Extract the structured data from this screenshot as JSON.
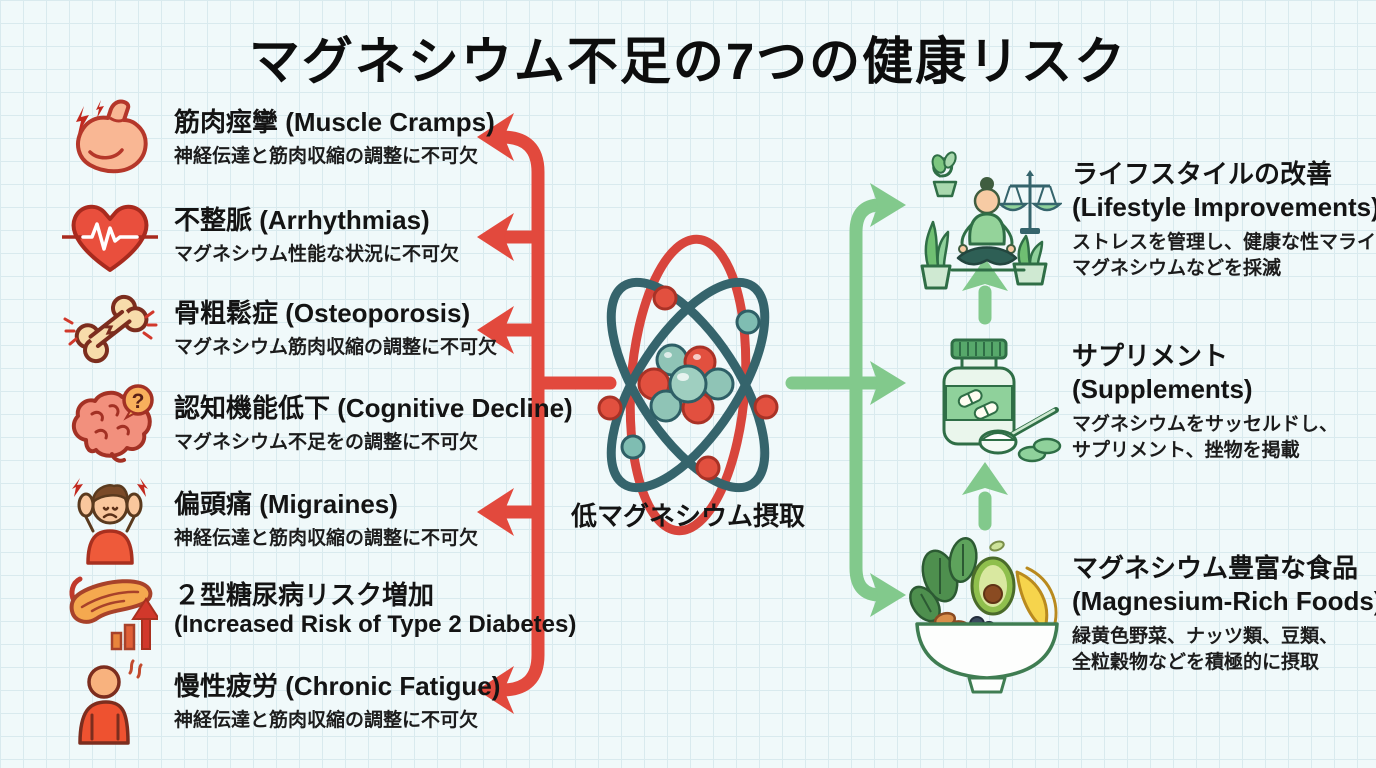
{
  "title": "マグネシウム不足の7つの健康リスク",
  "center": {
    "label": "低マグネシウム摂取",
    "icon": "atom-icon"
  },
  "risks": [
    {
      "title": "筋肉痙攣 (Muscle Cramps)",
      "subtitle": "神経伝達と筋肉収縮の調整に不可欠",
      "icon": "bicep-icon"
    },
    {
      "title": "不整脈 (Arrhythmias)",
      "subtitle": "マグネシウム性能な状況に不可欠",
      "icon": "heart-ecg-icon"
    },
    {
      "title": "骨粗鬆症 (Osteoporosis)",
      "subtitle": "マグネシウム筋肉収縮の調整に不可欠",
      "icon": "bone-icon"
    },
    {
      "title": "認知機能低下 (Cognitive Decline)",
      "subtitle": "マグネシウム不足をの調整に不可欠",
      "icon": "brain-icon"
    },
    {
      "title": "偏頭痛 (Migraines)",
      "subtitle": "神経伝達と筋肉収縮の調整に不可欠",
      "icon": "migraine-icon"
    },
    {
      "title": "２型糖尿病リスク増加",
      "title2": "(Increased Risk of Type 2 Diabetes)",
      "icon": "pancreas-icon"
    },
    {
      "title": "慢性疲労 (Chronic Fatigue)",
      "subtitle": "神経伝達と筋肉収縮の調整に不可欠",
      "icon": "fatigue-icon"
    }
  ],
  "remedies": [
    {
      "title": "ライフスタイルの改善",
      "title_en": "(Lifestyle Improvements)",
      "desc_line1": "ストレスを管理し、健康な性マライ",
      "desc_line2": "マグネシウムなどを採滅",
      "icon": "meditation-icon"
    },
    {
      "title": "サプリメント",
      "title_en": "(Supplements)",
      "desc_line1": "マグネシウムをサッセルドし、",
      "desc_line2": "サプリメント、挫物を掲載",
      "icon": "supplement-icon"
    },
    {
      "title": "マグネシウム豊富な食品",
      "title_en": "(Magnesium-Rich Foods)",
      "desc_line1": "緑黄色野菜、ナッツ類、豆類、",
      "desc_line2": "全粒穀物などを積極的に摂取",
      "icon": "food-bowl-icon"
    }
  ],
  "icons": {
    "question_mark": "?"
  },
  "colors": {
    "risk_arrow": "#e2493d",
    "remedy_arrow": "#82c98c",
    "background": "#f0f9fa",
    "grid": "#d9eaee",
    "text": "#141414",
    "orbit_red": "#d8453c",
    "orbit_teal": "#35646c"
  }
}
